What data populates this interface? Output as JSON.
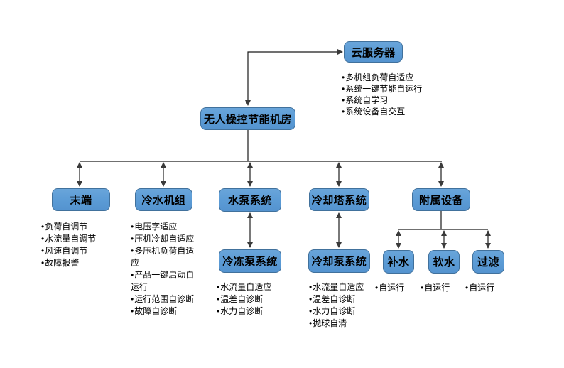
{
  "diagram": {
    "colors": {
      "node_fill": "#5B9BD5",
      "node_border": "#41719C",
      "line": "#1a1a1a",
      "arrow": "#404040",
      "text": "#000000",
      "background": "#FFFFFF"
    },
    "nodes": {
      "cloud": {
        "label": "云服务器",
        "bullets": [
          "多机组负荷自适应",
          "系统一键节能自运行",
          "系统自学习",
          "系统设备自交互"
        ]
      },
      "root": {
        "label": "无人操控节能机房"
      },
      "terminal": {
        "label": "末端",
        "bullets": [
          "负荷自调节",
          "水流量自调节",
          "风速自调节",
          "故障报警"
        ]
      },
      "chiller": {
        "label": "冷水机组",
        "bullets": [
          "电压字适应",
          "压机冷却自适应",
          "多压机负荷自适应",
          "产品一键启动自运行",
          "运行范围自诊断",
          "故障自诊断"
        ]
      },
      "pump_system": {
        "label": "水泵系统"
      },
      "cooling_tower": {
        "label": "冷却塔系统"
      },
      "auxiliary": {
        "label": "附属设备"
      },
      "chilled_pump": {
        "label": "冷冻泵系统",
        "bullets": [
          "水流量自适应",
          "温差自诊断",
          "水力自诊断"
        ]
      },
      "cooling_pump": {
        "label": "冷却泵系统",
        "bullets": [
          "水流量自适应",
          "温差自诊断",
          "水力自诊断",
          "抛球自清"
        ]
      },
      "makeup_water": {
        "label": "补水",
        "bullets": [
          "自运行"
        ]
      },
      "soft_water": {
        "label": "软水",
        "bullets": [
          "自运行"
        ]
      },
      "filter": {
        "label": "过滤",
        "bullets": [
          "自运行"
        ]
      }
    }
  }
}
